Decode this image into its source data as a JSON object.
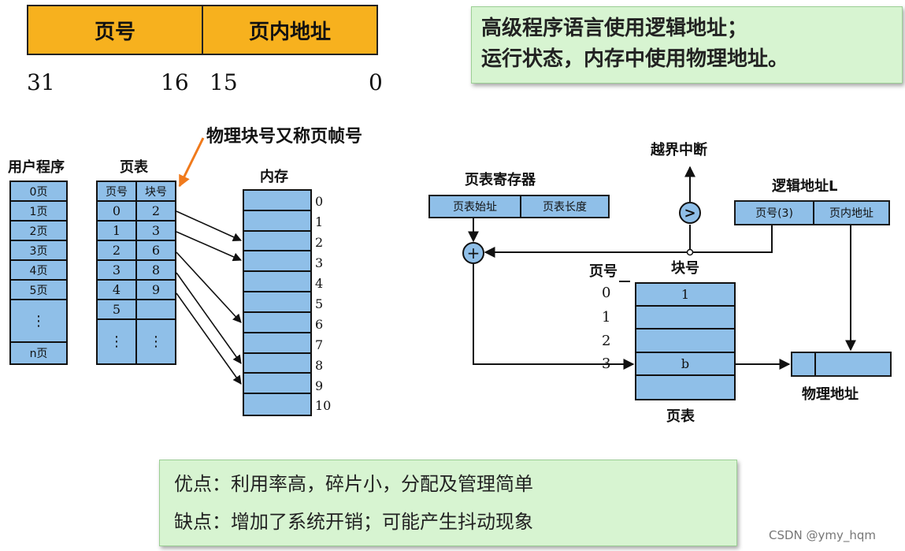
{
  "address_format": {
    "fields": [
      "页号",
      "页内地址"
    ],
    "bit_labels": [
      "31",
      "16",
      "15",
      "0"
    ]
  },
  "note_top": {
    "line1": "高级程序语言使用逻辑地址；",
    "line2": "运行状态，内存中使用物理地址。"
  },
  "annotation": "物理块号又称页帧号",
  "user_program": {
    "title": "用户程序",
    "pages": [
      "0页",
      "1页",
      "2页",
      "3页",
      "4页",
      "5页",
      "⋮",
      "n页"
    ]
  },
  "page_table_left": {
    "title": "页表",
    "headers": [
      "页号",
      "块号"
    ],
    "rows": [
      [
        "0",
        "2"
      ],
      [
        "1",
        "3"
      ],
      [
        "2",
        "6"
      ],
      [
        "3",
        "8"
      ],
      [
        "4",
        "9"
      ],
      [
        "5",
        ""
      ],
      [
        "⋮",
        "⋮"
      ]
    ]
  },
  "memory": {
    "title": "内存",
    "block_numbers": [
      "0",
      "1",
      "2",
      "3",
      "4",
      "5",
      "6",
      "7",
      "8",
      "9",
      "10"
    ]
  },
  "right_diagram": {
    "out_of_bounds": "越界中断",
    "compare_symbol": ">",
    "page_table_register": {
      "title": "页表寄存器",
      "fields": [
        "页表始址",
        "页表长度"
      ]
    },
    "logical_address": {
      "title": "逻辑地址L",
      "fields": [
        "页号(3)",
        "页内地址"
      ]
    },
    "adder_symbol": "+",
    "page_no_label": "页号",
    "block_no_label": "块号",
    "page_indices": [
      "0",
      "1",
      "2",
      "3"
    ],
    "table_cells": [
      "1",
      "",
      "",
      "b",
      ""
    ],
    "table_title": "页表",
    "physical_address": "物理地址"
  },
  "pros_cons": {
    "pros": "优点：利用率高，碎片小，分配及管理简单",
    "cons": "缺点：增加了系统开销；可能产生抖动现象"
  },
  "watermark": "CSDN @ymy_hqm",
  "colors": {
    "orange_header": "#f7b11e",
    "green_note": "#d7f4d1",
    "blue_cell": "#8fbfe8",
    "annotation_arrow": "#f07a1c"
  }
}
